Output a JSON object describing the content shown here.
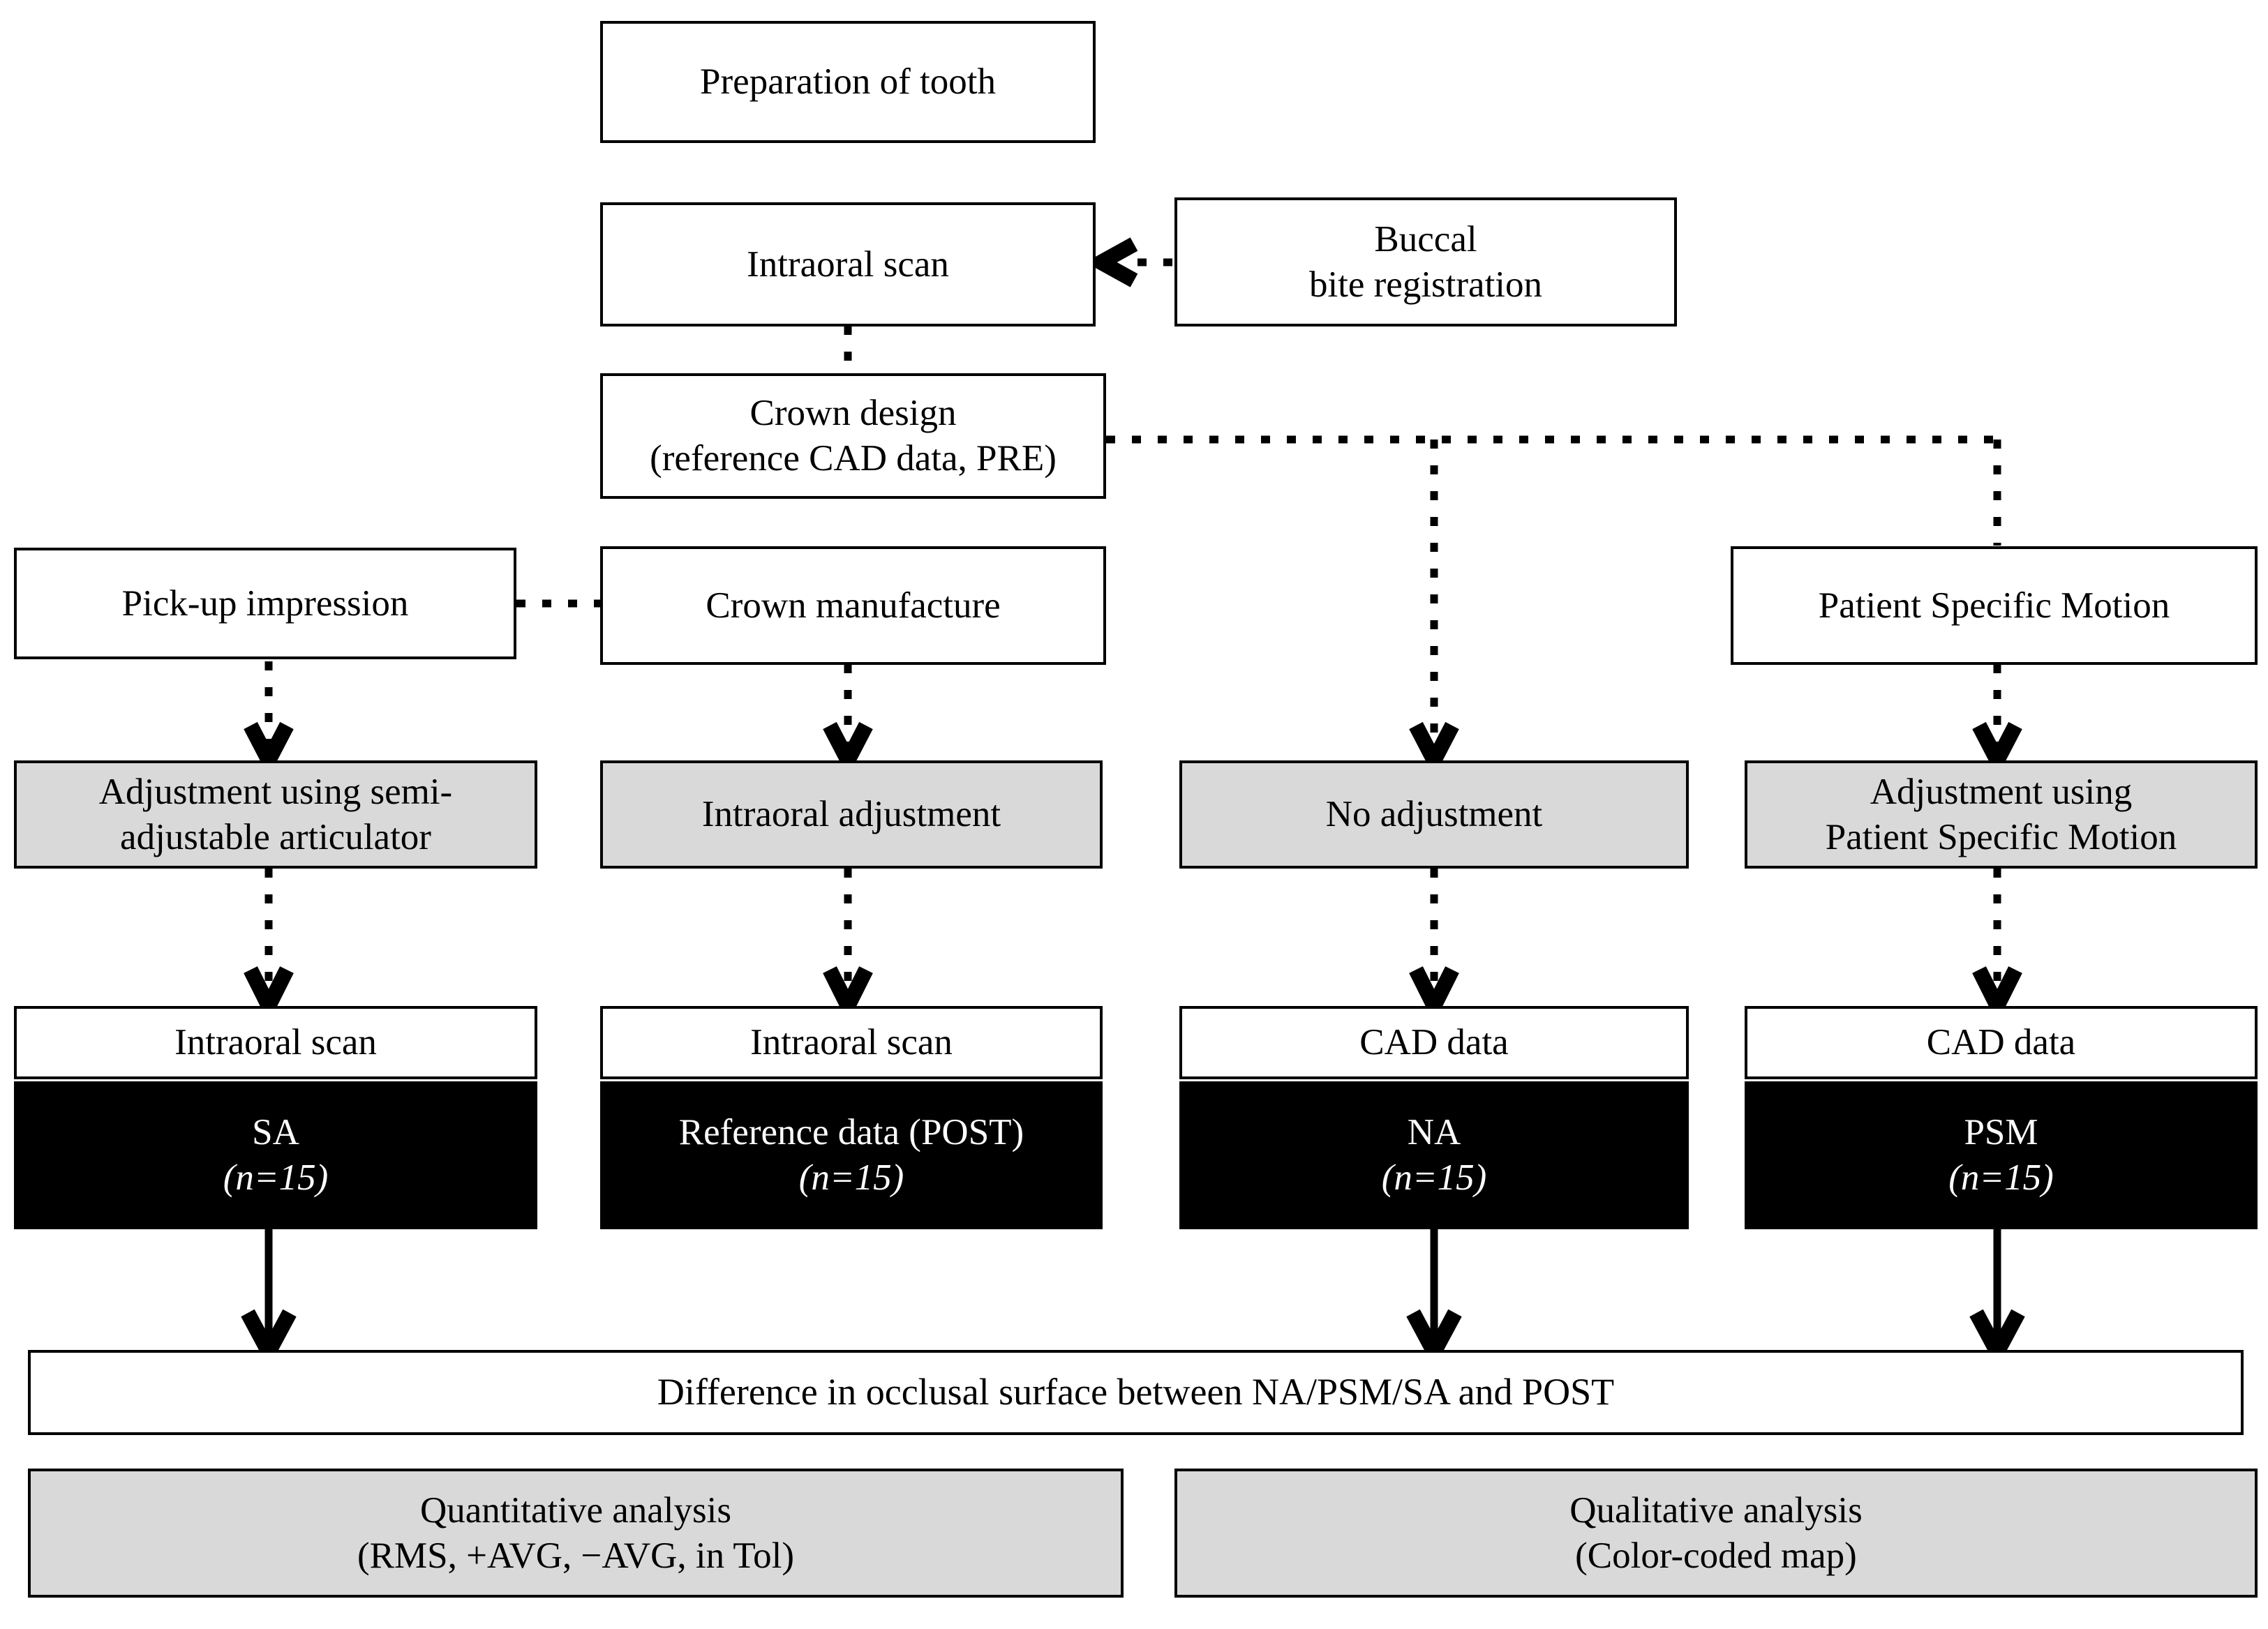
{
  "diagram": {
    "title": "Study workflow flowchart for occlusal adjustment comparison",
    "colors": {
      "gray_fill": "#d9d9d9",
      "black_fill": "#000000",
      "white_fill": "#ffffff",
      "line": "#000000"
    },
    "nodes": {
      "preparation": {
        "label": "Preparation of tooth"
      },
      "intraoral_scan_top": {
        "label": "Intraoral scan"
      },
      "buccal_bite": {
        "line1": "Buccal",
        "line2": "bite registration"
      },
      "crown_design": {
        "line1": "Crown design",
        "line2": "(reference CAD data, PRE)"
      },
      "pickup_impression": {
        "label": "Pick-up impression"
      },
      "crown_manufacture": {
        "label": "Crown manufacture"
      },
      "patient_specific_motion": {
        "label": "Patient Specific Motion"
      },
      "adjust_semi": {
        "line1": "Adjustment using semi-",
        "line2": "adjustable articulator"
      },
      "adjust_intraoral": {
        "label": "Intraoral adjustment"
      },
      "no_adjustment": {
        "label": "No adjustment"
      },
      "adjust_psm": {
        "line1": "Adjustment using",
        "line2": "Patient Specific Motion"
      },
      "scan_sa": {
        "label": "Intraoral scan"
      },
      "scan_post": {
        "label": "Intraoral scan"
      },
      "cad_na": {
        "label": "CAD data"
      },
      "cad_psm": {
        "label": "CAD data"
      },
      "group_sa": {
        "line1": "SA",
        "line2": "(n=15)"
      },
      "group_post": {
        "line1": "Reference data (POST)",
        "line2": "(n=15)"
      },
      "group_na": {
        "line1": "NA",
        "line2": "(n=15)"
      },
      "group_psm": {
        "line1": "PSM",
        "line2": "(n=15)"
      },
      "difference": {
        "label": "Difference in occlusal surface between NA/PSM/SA and POST"
      },
      "quantitative": {
        "line1": "Quantitative analysis",
        "line2": "(RMS, +AVG, −AVG, in Tol)"
      },
      "qualitative": {
        "line1": "Qualitative analysis",
        "line2": "(Color-coded map)"
      }
    },
    "edges": [
      {
        "from": "preparation",
        "to": "intraoral_scan_top",
        "style": "none"
      },
      {
        "from": "buccal_bite",
        "to": "intraoral_scan_top",
        "style": "dotted-arrow-left"
      },
      {
        "from": "intraoral_scan_top",
        "to": "crown_design",
        "style": "dotted"
      },
      {
        "from": "crown_design",
        "to": "crown_manufacture",
        "style": "none"
      },
      {
        "from": "pickup_impression",
        "to": "crown_manufacture",
        "style": "dotted"
      },
      {
        "from": "crown_design",
        "to": "no_adjustment",
        "style": "dotted-arrow"
      },
      {
        "from": "crown_design",
        "to": "adjust_psm",
        "style": "dotted-arrow"
      },
      {
        "from": "pickup_impression",
        "to": "adjust_semi",
        "style": "dotted-arrow"
      },
      {
        "from": "crown_manufacture",
        "to": "adjust_intraoral",
        "style": "dotted-arrow"
      },
      {
        "from": "patient_specific_motion",
        "to": "adjust_psm",
        "style": "dotted-arrow"
      },
      {
        "from": "adjust_semi",
        "to": "scan_sa",
        "style": "dotted-arrow"
      },
      {
        "from": "adjust_intraoral",
        "to": "scan_post",
        "style": "dotted-arrow"
      },
      {
        "from": "no_adjustment",
        "to": "cad_na",
        "style": "dotted-arrow"
      },
      {
        "from": "adjust_psm",
        "to": "cad_psm",
        "style": "dotted-arrow"
      },
      {
        "from": "group_sa",
        "to": "difference",
        "style": "solid-arrow"
      },
      {
        "from": "group_na",
        "to": "difference",
        "style": "solid-arrow"
      },
      {
        "from": "group_psm",
        "to": "difference",
        "style": "solid-arrow"
      }
    ]
  }
}
